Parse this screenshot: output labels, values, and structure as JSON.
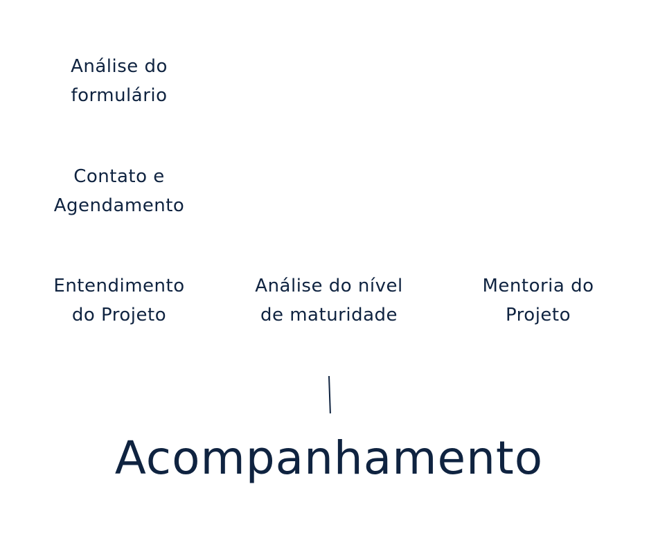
{
  "steps": [
    {
      "line1": "Análise do",
      "line2": "formulário"
    },
    {
      "line1": "Contato e",
      "line2": "Agendamento"
    },
    {
      "line1": "Entendimento",
      "line2": "do Projeto"
    },
    {
      "line1": "Análise do nível",
      "line2": "de maturidade"
    },
    {
      "line1": "Mentoria do",
      "line2": "Projeto"
    }
  ],
  "title": "Acompanhamento",
  "colors": {
    "text": "#0f2340",
    "background": "#ffffff"
  }
}
